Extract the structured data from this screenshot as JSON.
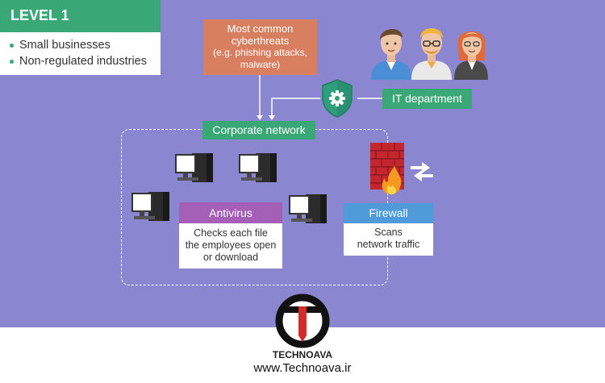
{
  "level": {
    "title": "LEVEL 1",
    "items": [
      "Small businesses",
      "Non-regulated industries"
    ]
  },
  "threats": {
    "line1": "Most common",
    "line2": "cyberthreats",
    "line3": "(e.g. phishing attacks,",
    "line4": "malware)"
  },
  "it_department": "IT department",
  "corporate_network": "Corporate network",
  "antivirus": {
    "title": "Antivirus",
    "line1": "Checks each file",
    "line2": "the employees open",
    "line3": "or download"
  },
  "firewall": {
    "title": "Firewall",
    "line1": "Scans",
    "line2": "network traffic"
  },
  "footer": {
    "brand": "TECHNOAVA",
    "url": "www.Technoava.ir"
  },
  "colors": {
    "background": "#8a86cf",
    "green": "#3aa876",
    "orange": "#d77f5e",
    "purple": "#a45fb6",
    "blue": "#4f9bd9"
  }
}
